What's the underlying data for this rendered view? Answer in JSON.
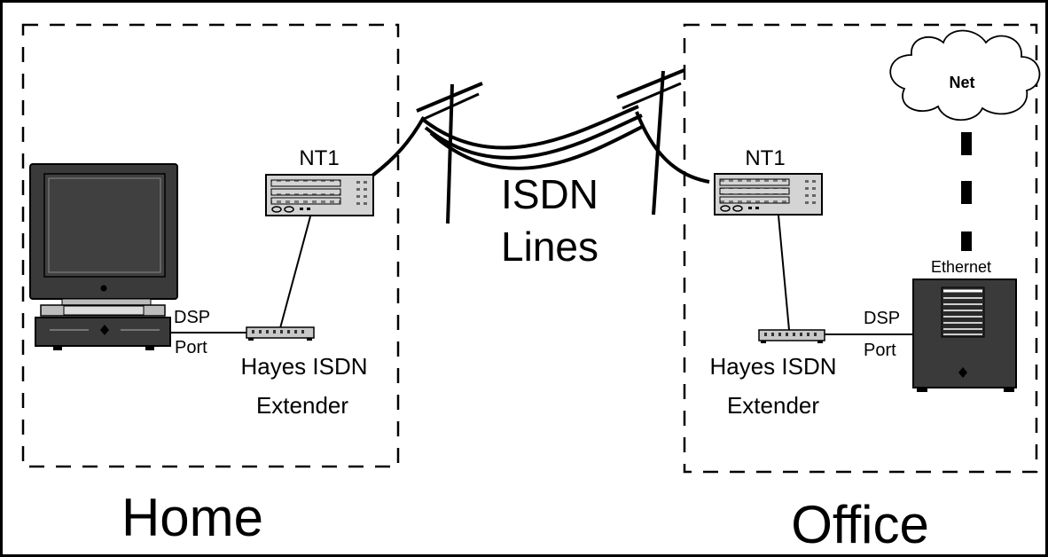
{
  "labels": {
    "home": "Home",
    "office": "Office",
    "isdn_line1": "ISDN",
    "isdn_line2": "Lines",
    "nt1_left": "NT1",
    "nt1_right": "NT1",
    "dsp_left": "DSP",
    "port_left": "Port",
    "dsp_right": "DSP",
    "port_right": "Port",
    "extender_left_line1": "Hayes ISDN",
    "extender_left_line2": "Extender",
    "extender_right_line1": "Hayes ISDN",
    "extender_right_line2": "Extender",
    "net": "Net",
    "ethernet": "Ethernet"
  },
  "icons": [
    "computer-icon",
    "nt1-device-icon",
    "isdn-extender-icon",
    "utility-pole-icon",
    "cloud-icon",
    "server-icon"
  ],
  "colors": {
    "device_dark": "#3a3a3a",
    "device_light": "#c8c8c8",
    "stroke": "#000000",
    "background": "#ffffff"
  }
}
